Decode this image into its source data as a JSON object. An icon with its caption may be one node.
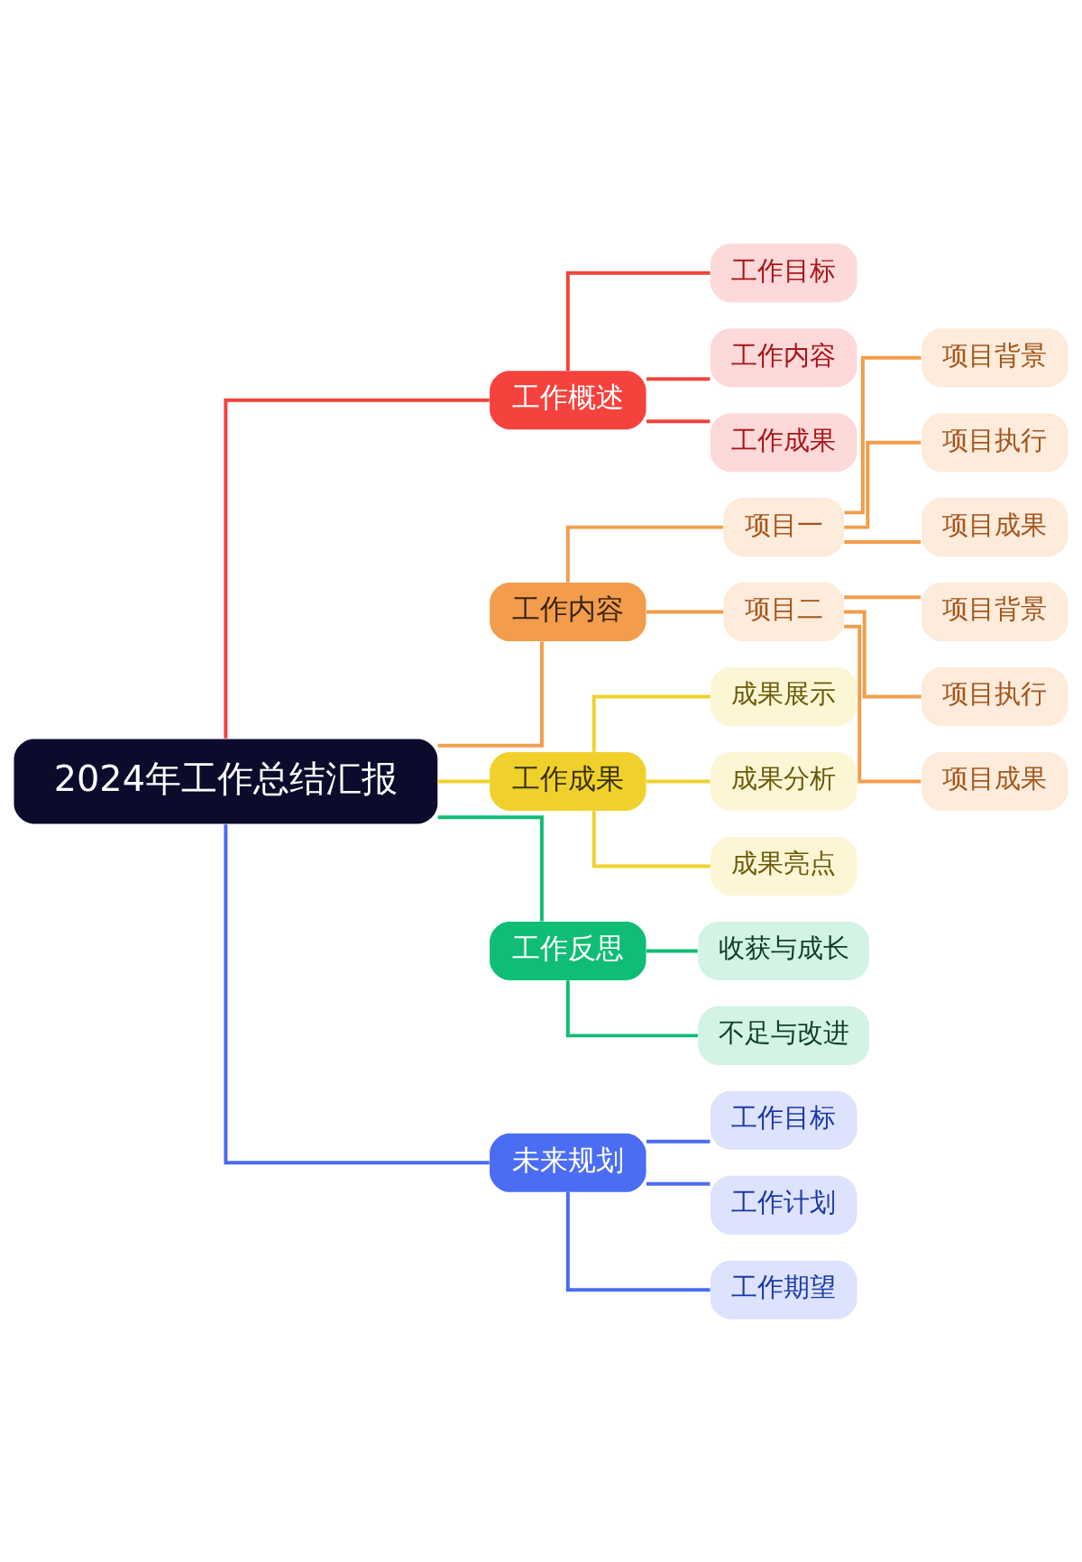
{
  "diagram": {
    "nodes": [
      {
        "text": [
          "2024年工作总结汇报"
        ]
      },
      {
        "text": [
          "工作概述"
        ]
      },
      {
        "text": [
          "工作目标"
        ]
      },
      {
        "text": [
          "工作内容"
        ]
      },
      {
        "text": [
          "工作成果"
        ]
      },
      {
        "text": [
          "工作内容"
        ]
      },
      {
        "text": [
          "项目一"
        ]
      },
      {
        "text": [
          "项目背景"
        ]
      },
      {
        "text": [
          "项目执行"
        ]
      },
      {
        "text": [
          "项目成果"
        ]
      },
      {
        "text": [
          "项目二"
        ]
      },
      {
        "text": [
          "项目背景"
        ]
      },
      {
        "text": [
          "项目执行"
        ]
      },
      {
        "text": [
          "项目成果"
        ]
      },
      {
        "text": [
          "工作成果"
        ]
      },
      {
        "text": [
          "成果展示"
        ]
      },
      {
        "text": [
          "成果分析"
        ]
      },
      {
        "text": [
          "成果亮点"
        ]
      },
      {
        "text": [
          "工作反思"
        ]
      },
      {
        "text": [
          "收获与成长"
        ]
      },
      {
        "text": [
          "不足与改进"
        ]
      },
      {
        "text": [
          "未来规划"
        ]
      },
      {
        "text": [
          "工作目标"
        ]
      },
      {
        "text": [
          "工作计划"
        ]
      },
      {
        "text": [
          "工作期望"
        ]
      }
    ],
    "edges": [
      {
        "from": 0,
        "to": 1,
        "arrow": "none",
        "color": "#f0443c"
      },
      {
        "from": 1,
        "to": 2,
        "arrow": "none",
        "color": "#f0443c"
      },
      {
        "from": 1,
        "to": 3,
        "arrow": "none",
        "color": "#f0443c"
      },
      {
        "from": 1,
        "to": 4,
        "arrow": "none",
        "color": "#f0443c"
      },
      {
        "from": 0,
        "to": 5,
        "arrow": "none",
        "color": "#f29d4b"
      },
      {
        "from": 5,
        "to": 6,
        "arrow": "none",
        "color": "#f29d4b"
      },
      {
        "from": 6,
        "to": 7,
        "arrow": "none",
        "color": "#f29d4b"
      },
      {
        "from": 6,
        "to": 8,
        "arrow": "none",
        "color": "#f29d4b"
      },
      {
        "from": 6,
        "to": 9,
        "arrow": "none",
        "color": "#f29d4b"
      },
      {
        "from": 5,
        "to": 10,
        "arrow": "none",
        "color": "#f29d4b"
      },
      {
        "from": 10,
        "to": 11,
        "arrow": "none",
        "color": "#f29d4b"
      },
      {
        "from": 10,
        "to": 12,
        "arrow": "none",
        "color": "#f29d4b"
      },
      {
        "from": 10,
        "to": 13,
        "arrow": "none",
        "color": "#f29d4b"
      },
      {
        "from": 0,
        "to": 14,
        "arrow": "none",
        "color": "#f0d22c"
      },
      {
        "from": 14,
        "to": 15,
        "arrow": "none",
        "color": "#f0d22c"
      },
      {
        "from": 14,
        "to": 16,
        "arrow": "none",
        "color": "#f0d22c"
      },
      {
        "from": 14,
        "to": 17,
        "arrow": "none",
        "color": "#f0d22c"
      },
      {
        "from": 0,
        "to": 18,
        "arrow": "none",
        "color": "#10bd74"
      },
      {
        "from": 18,
        "to": 19,
        "arrow": "none",
        "color": "#10bd74"
      },
      {
        "from": 18,
        "to": 20,
        "arrow": "none",
        "color": "#10bd74"
      },
      {
        "from": 0,
        "to": 21,
        "arrow": "none",
        "color": "#4a6cf2"
      },
      {
        "from": 21,
        "to": 22,
        "arrow": "none",
        "color": "#4a6cf2"
      },
      {
        "from": 21,
        "to": 23,
        "arrow": "none",
        "color": "#4a6cf2"
      },
      {
        "from": 21,
        "to": 24,
        "arrow": "none",
        "color": "#4a6cf2"
      }
    ]
  }
}
